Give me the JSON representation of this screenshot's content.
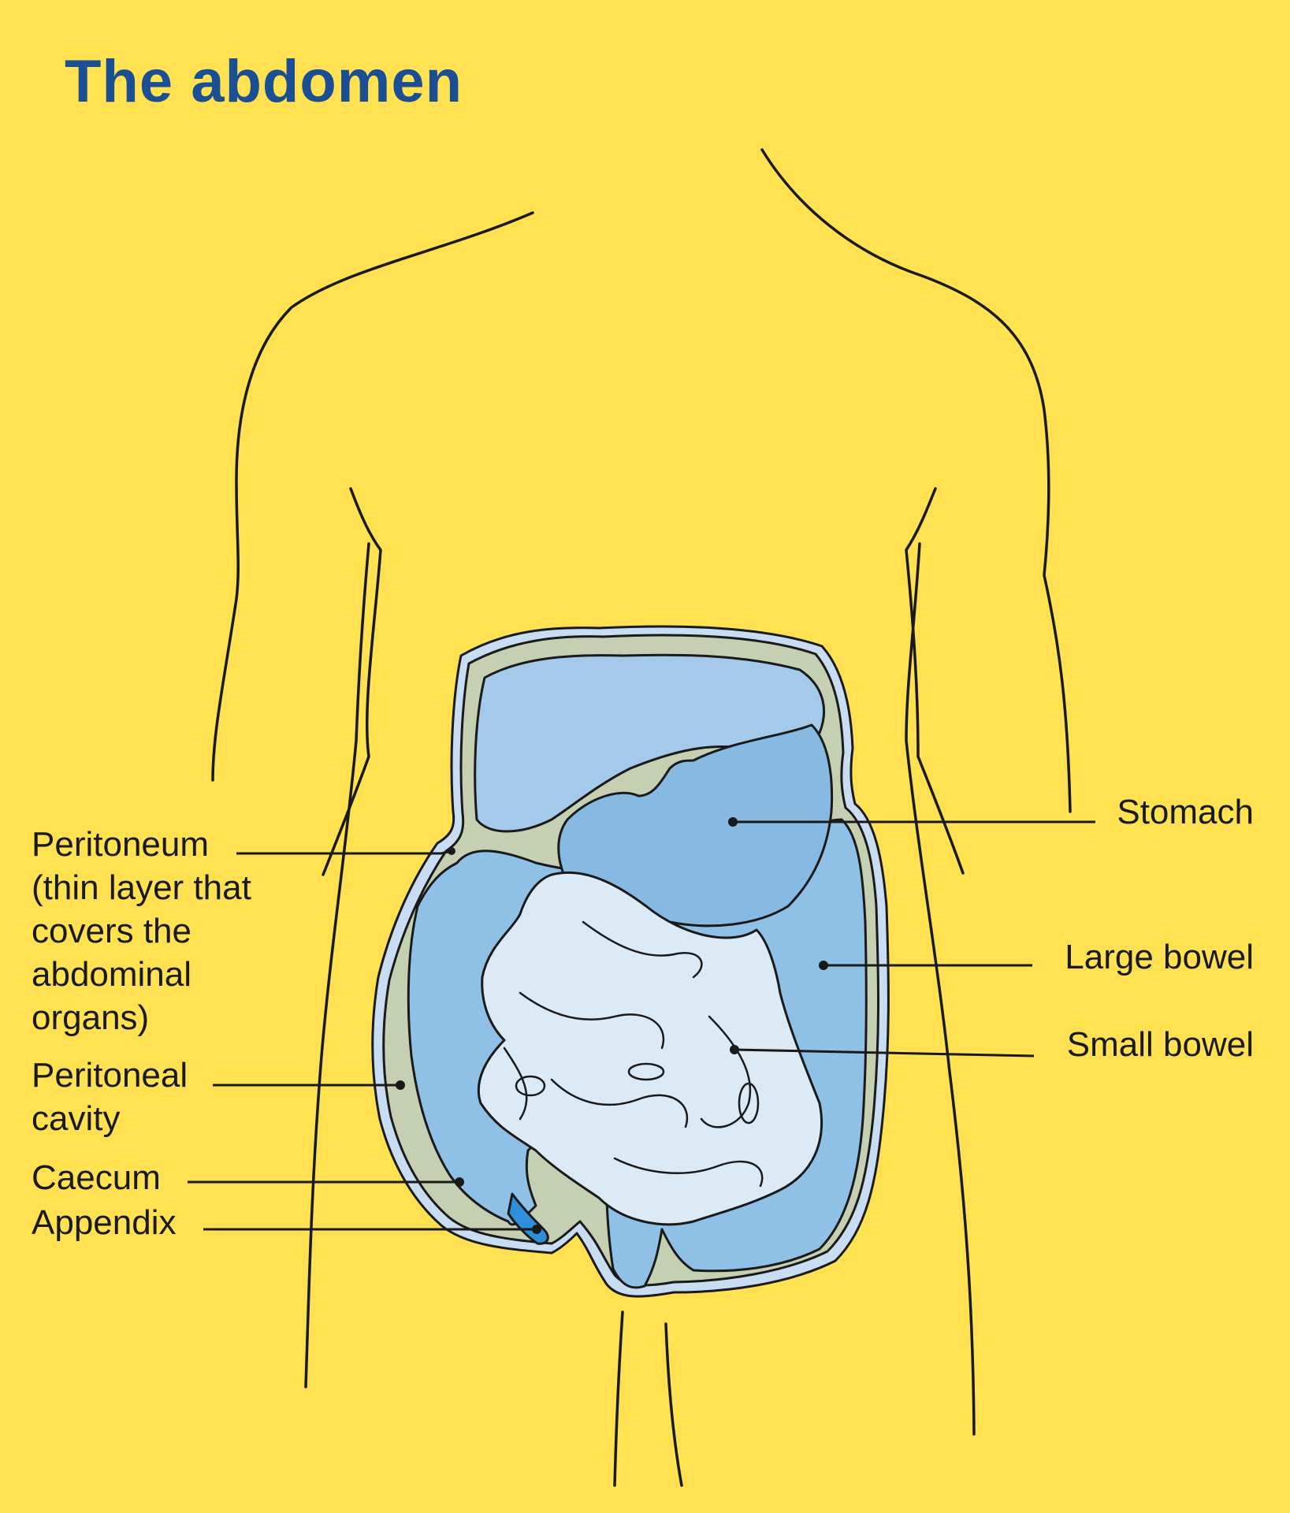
{
  "title": "The abdomen",
  "labels": {
    "peritoneum": [
      "Peritoneum",
      "(thin layer that",
      "covers the",
      "abdominal",
      "organs)"
    ],
    "peritoneal_cavity": [
      "Peritoneal",
      "cavity"
    ],
    "caecum": "Caecum",
    "appendix": "Appendix",
    "stomach": "Stomach",
    "large_bowel": "Large bowel",
    "small_bowel": "Small bowel"
  },
  "colors": {
    "background": "#FFE152",
    "title": "#1B4F94",
    "peritoneum_membrane": "#C9DDF2",
    "peritoneal_cavity": "#C5D0B2",
    "liver": "#A4C9EA",
    "stomach": "#86BAE3",
    "large_bowel": "#8FC0E6",
    "small_bowel": "#DCEAF6",
    "appendix": "#2E8ED8"
  }
}
